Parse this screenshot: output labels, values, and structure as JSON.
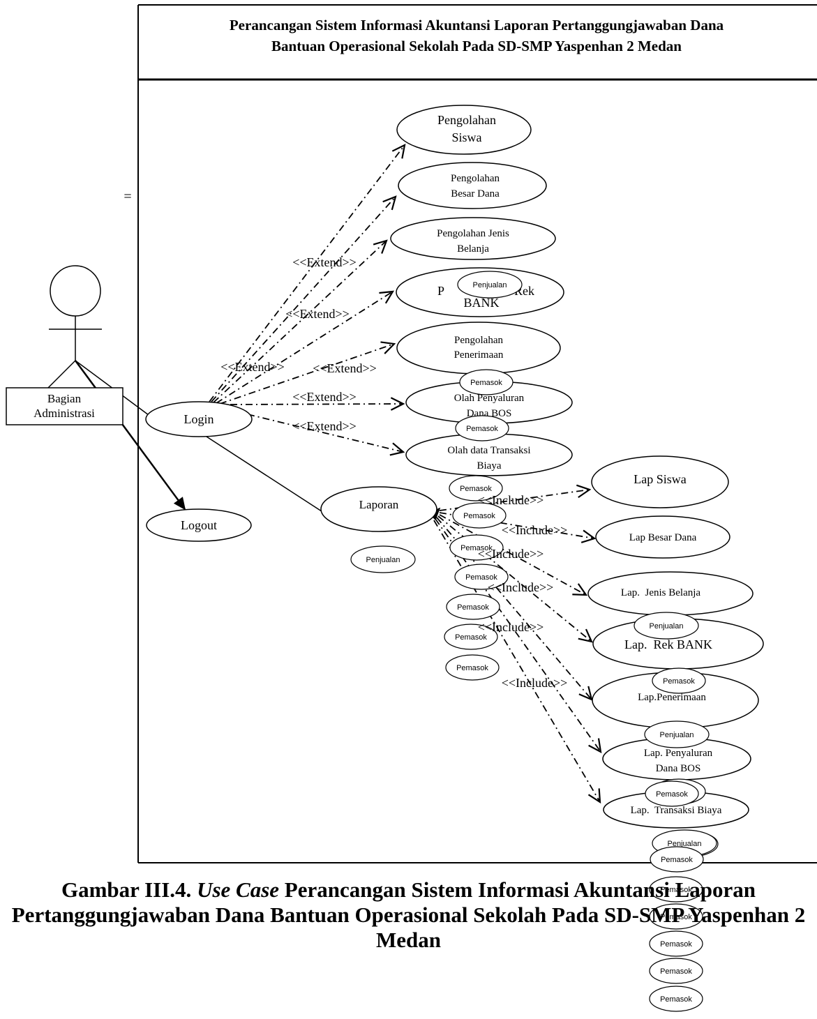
{
  "title": {
    "line1": "Perancangan Sistem Informasi Akuntansi Laporan Pertanggungjawaban Dana",
    "line2": "Bantuan Operasional Sekolah Pada SD-SMP Yaspenhan 2 Medan"
  },
  "equals_mark": "=",
  "actor": {
    "line1": "Bagian",
    "line2": "Administrasi"
  },
  "use_cases": {
    "login": "Login",
    "logout": "Logout",
    "laporan": "Laporan",
    "pengolahan_siswa": [
      "Pengolahan",
      "Siswa"
    ],
    "pengolahan_besar_dana": [
      "Pengolahan",
      "Besar Dana"
    ],
    "pengolahan_jenis_belanja": [
      "Pengolahan Jenis",
      "Belanja"
    ],
    "pengolahan_rek_bank": [
      "P",
      "Rek",
      "BANK"
    ],
    "pengolahan_penerimaan": [
      "Pengolahan",
      "Penerimaan"
    ],
    "olah_penyaluran": [
      "Olah Penyaluran",
      "Dana BOS"
    ],
    "olah_transaksi": [
      "Olah data Transaksi",
      "Biaya"
    ],
    "lap_siswa": "Lap Siswa",
    "lap_besar_dana": "Lap Besar Dana",
    "lap_jenis_belanja": "Lap.  Jenis Belanja",
    "lap_rek_bank": "Lap.  Rek BANK",
    "lap_penerimaan": "Lap.Penerimaan",
    "lap_penyaluran": [
      "Lap. Penyaluran",
      "Dana BOS"
    ],
    "lap_transaksi": "Lap.  Transaksi Biaya"
  },
  "relations": {
    "extend": [
      "<<Extend>>",
      "<<Extend>>",
      "<<Extend>>",
      "<<Extend>>",
      "<<Extend>>",
      "<<Extend>>"
    ],
    "include": [
      "<<Include>>",
      "<<Include>>",
      "<<Include>>",
      "<<Include>>",
      "<<Include>>",
      "<<Include>>"
    ]
  },
  "artifacts": {
    "penjualan": [
      "Penjualan",
      "Penjualan",
      "Penjualan",
      "Penjualan",
      "Penjualan",
      "Penjualan"
    ],
    "pemasok": [
      "Pemasok",
      "Pemasok",
      "Pemasok",
      "Pemasok",
      "Pemasok",
      "Pemasok",
      "Pemasok",
      "Pemasok",
      "Pemasok",
      "Pemasok",
      "Pemasok",
      "Pemasok",
      "Pemasok",
      "Pemasok",
      "Pemasok",
      "Pemasok",
      "Pemasok",
      "Pemasok"
    ]
  },
  "caption": {
    "prefix": "Gambar III.4. ",
    "italic": "Use Case",
    "line1_rest": " Perancangan Sistem Informasi Akuntansi Laporan",
    "line2": "Pertanggungjawaban Dana Bantuan Operasional Sekolah Pada SD-SMP Yaspenhan 2",
    "line3": "Medan"
  }
}
